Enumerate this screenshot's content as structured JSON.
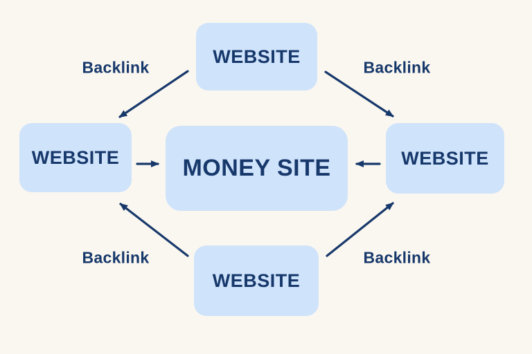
{
  "diagram": {
    "type": "backlink-link-diagram",
    "colors": {
      "background": "#faf7f0",
      "node_fill": "#cfe3fb",
      "text": "#17386b",
      "arrow": "#17386b"
    },
    "nodes": {
      "top": {
        "label": "WEBSITE"
      },
      "left": {
        "label": "WEBSITE"
      },
      "right": {
        "label": "WEBSITE"
      },
      "bottom": {
        "label": "WEBSITE"
      },
      "center": {
        "label": "MONEY SITE"
      }
    },
    "edge_labels": {
      "top_left": "Backlink",
      "top_right": "Backlink",
      "bottom_left": "Backlink",
      "bottom_right": "Backlink"
    },
    "edges": [
      {
        "from": "top-website",
        "to": "left-website",
        "label": "Backlink"
      },
      {
        "from": "top-website",
        "to": "right-website",
        "label": "Backlink"
      },
      {
        "from": "bottom-website",
        "to": "left-website",
        "label": "Backlink"
      },
      {
        "from": "bottom-website",
        "to": "right-website",
        "label": "Backlink"
      },
      {
        "from": "left-website",
        "to": "money-site",
        "label": ""
      },
      {
        "from": "right-website",
        "to": "money-site",
        "label": ""
      }
    ]
  }
}
